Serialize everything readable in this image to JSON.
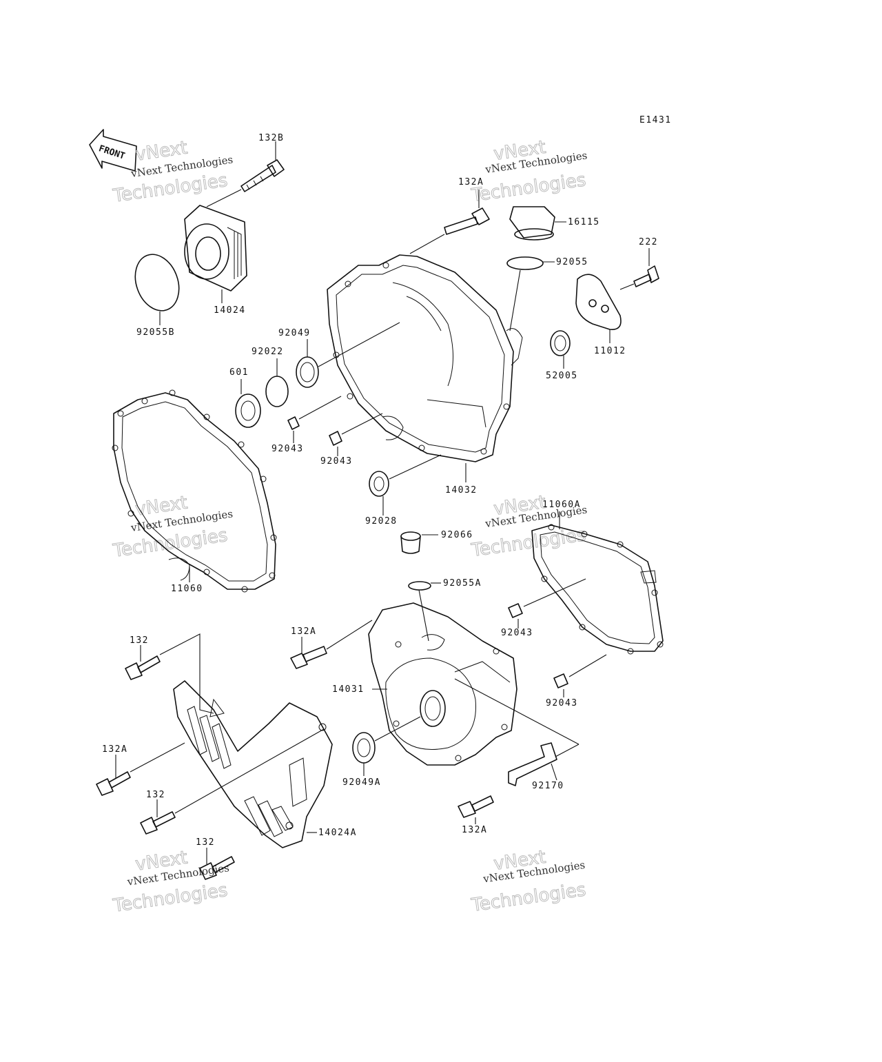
{
  "diagram_code": "E1431",
  "front_arrow_text": "FRONT",
  "watermark_brand": "vNext",
  "watermark_line": "vNext Technologies",
  "watermark_sub": "Technologies",
  "parts": {
    "p132B": "132B",
    "p132A_top": "132A",
    "p16115": "16115",
    "p222": "222",
    "p92055": "92055",
    "p14024": "14024",
    "p92055B": "92055B",
    "p92049": "92049",
    "p92022": "92022",
    "p601": "601",
    "p11012": "11012",
    "p52005": "52005",
    "p92043_a": "92043",
    "p92043_b": "92043",
    "p14032": "14032",
    "p92028": "92028",
    "p11060A": "11060A",
    "p92066": "92066",
    "p92055A": "92055A",
    "p11060": "11060",
    "p132_top": "132",
    "p132A_mid": "132A",
    "p92043_c": "92043",
    "p14031": "14031",
    "p92043_d": "92043",
    "p132A_left": "132A",
    "p92049A": "92049A",
    "p92170": "92170",
    "p132_mid": "132",
    "p132A_bottom": "132A",
    "p14024A": "14024A",
    "p132_bottom": "132"
  }
}
